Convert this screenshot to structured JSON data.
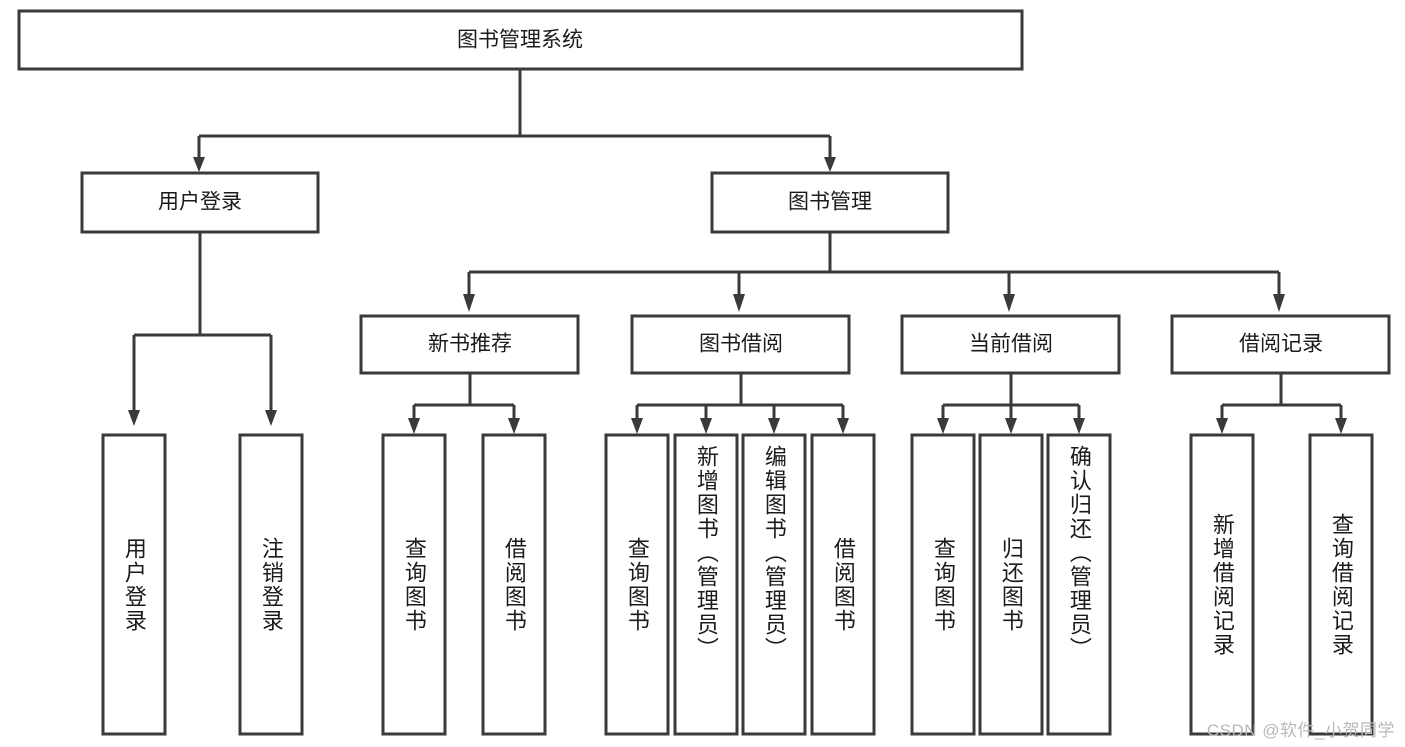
{
  "diagram": {
    "type": "hierarchy-tree",
    "title_node": {
      "label": "图书管理系统"
    },
    "level2": [
      {
        "label": "用户登录"
      },
      {
        "label": "图书管理"
      }
    ],
    "level3": [
      {
        "label": "新书推荐"
      },
      {
        "label": "图书借阅"
      },
      {
        "label": "当前借阅"
      },
      {
        "label": "借阅记录"
      }
    ],
    "leaves": {
      "user_login": [
        {
          "label": "用户登录"
        },
        {
          "label": "注销登录"
        }
      ],
      "new_book_recommend": [
        {
          "label": "查询图书"
        },
        {
          "label": "借阅图书"
        }
      ],
      "book_borrow": [
        {
          "label": "查询图书"
        },
        {
          "label": "新增图书（管理员）"
        },
        {
          "label": "编辑图书（管理员）"
        },
        {
          "label": "借阅图书"
        }
      ],
      "current_borrow": [
        {
          "label": "查询图书"
        },
        {
          "label": "归还图书"
        },
        {
          "label": "确认归还（管理员）"
        }
      ],
      "borrow_record": [
        {
          "label": "新增借阅记录"
        },
        {
          "label": "查询借阅记录"
        }
      ]
    }
  },
  "watermark": {
    "text": "CSDN @软件_小贺同学"
  },
  "colors": {
    "stroke": "#3a3a3a",
    "fill": "#ffffff",
    "text": "#1b1b1b",
    "watermark": "#b9b9b9"
  }
}
